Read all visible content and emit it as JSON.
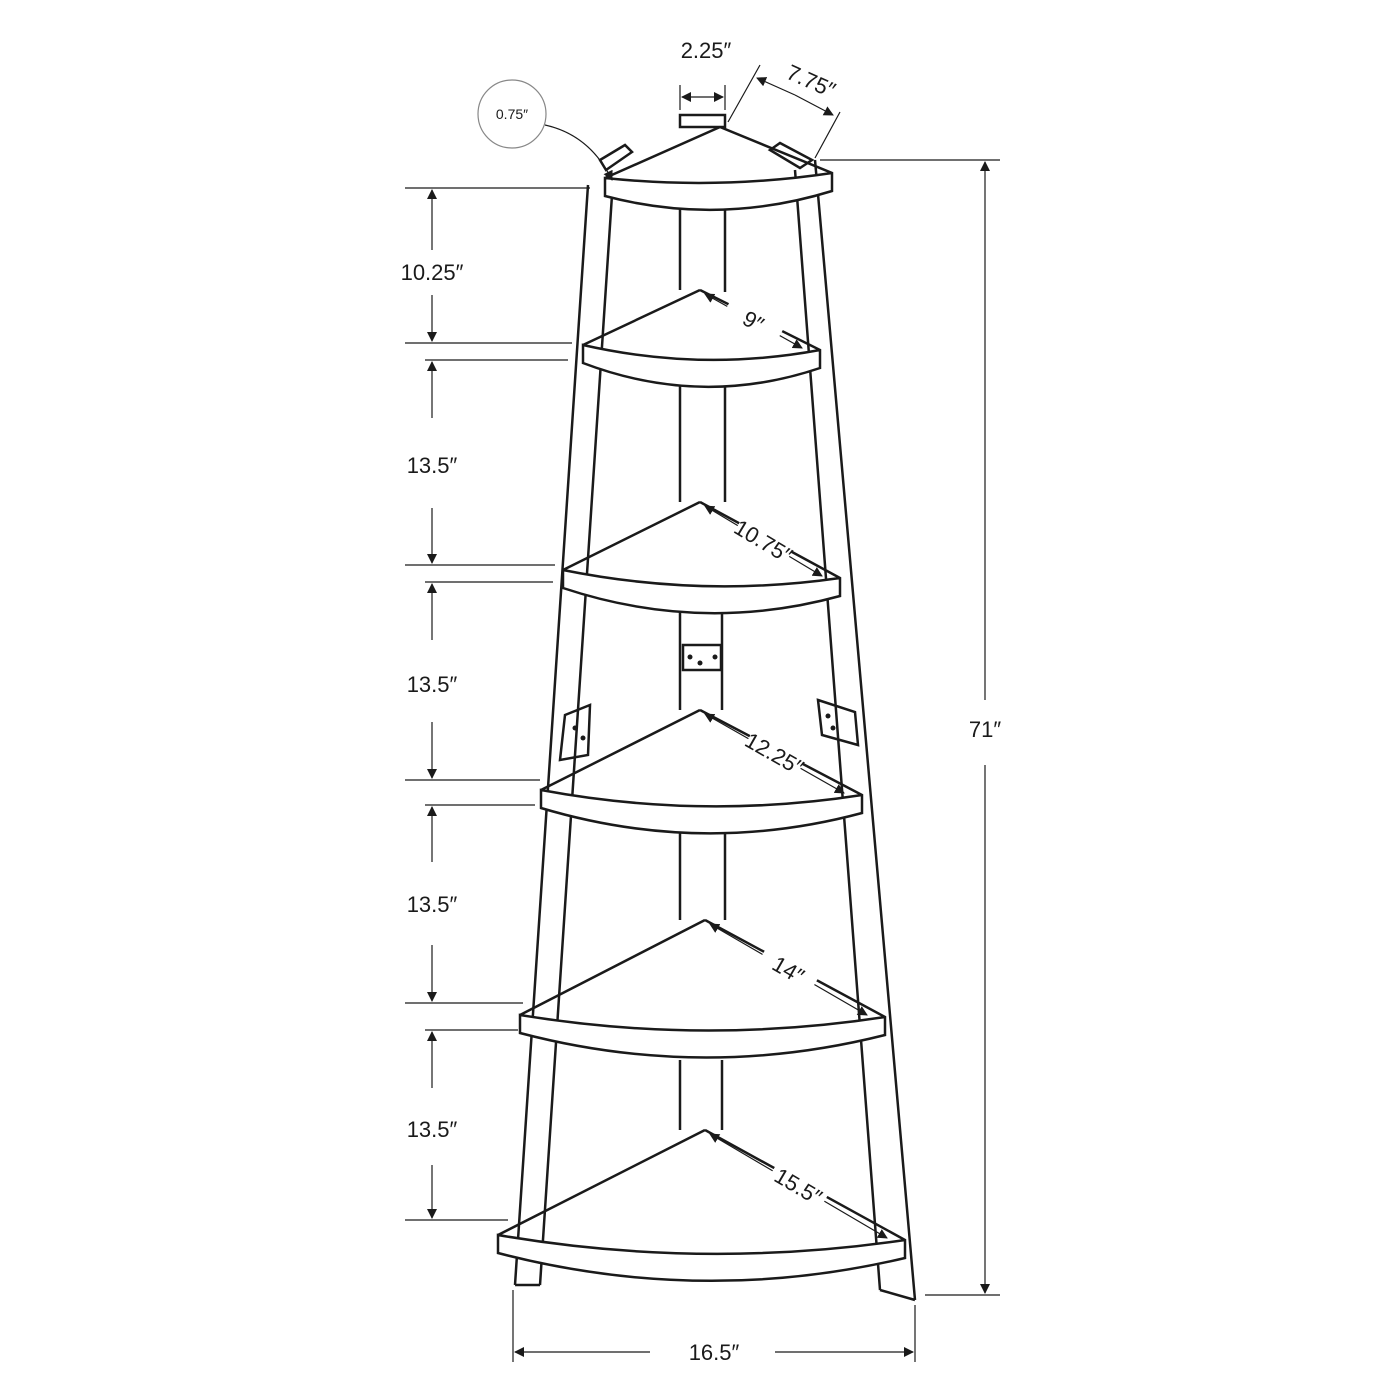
{
  "title": "Corner ladder bookshelf dimensions",
  "dimensions": {
    "post_width": "2.25″",
    "top_depth": "7.75″",
    "thickness": "0.75″",
    "top_gap": "10.25″",
    "gaps": [
      "13.5″",
      "13.5″",
      "13.5″",
      "13.5″"
    ],
    "shelf_depths": [
      "9″",
      "10.75″",
      "12.25″",
      "14″",
      "15.5″"
    ],
    "height": "71″",
    "width": "16.5″"
  }
}
